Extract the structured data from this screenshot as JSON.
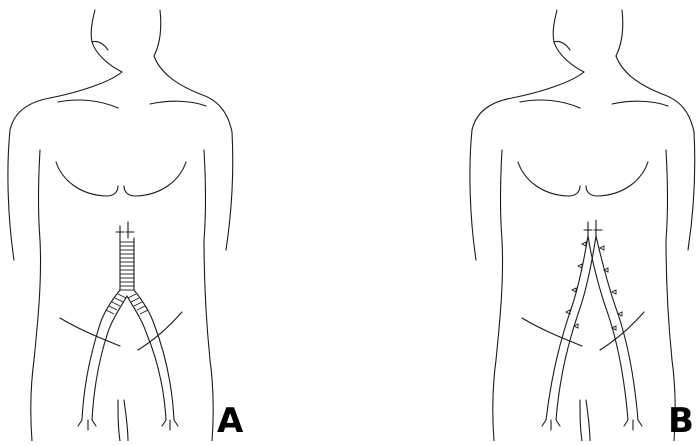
{
  "panels": [
    {
      "id": "A",
      "label": "A",
      "graft": "bifurcated-prosthetic-graft"
    },
    {
      "id": "B",
      "label": "B",
      "graft": "sutured-vessel-reconstruction"
    }
  ],
  "colors": {
    "line": "#1a1a1a",
    "background": "#ffffff",
    "label": "#000000"
  }
}
